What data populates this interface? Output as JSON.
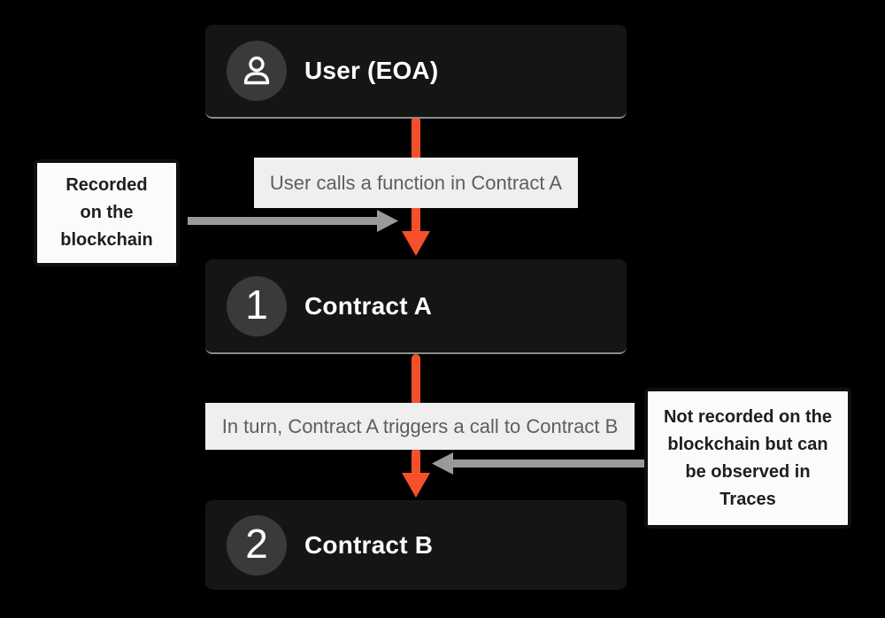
{
  "colors": {
    "background": "#000000",
    "accent": "#F5502B",
    "arrow_gray": "#9A9A9A",
    "node_bg": "#151515",
    "node_circle": "#3A3A3A",
    "node_text": "#FFFFFF",
    "edge_label_bg": "#EFEFEF",
    "edge_label_text": "#5B5F62",
    "note_bg": "#FBFBFB",
    "note_border": "#0F0F0F",
    "note_text": "#1E1E1E"
  },
  "nodes": [
    {
      "label": "User (EOA)",
      "icon": "user-icon"
    },
    {
      "label": "Contract A",
      "badge": "1"
    },
    {
      "label": "Contract B",
      "badge": "2"
    }
  ],
  "edge_labels": [
    {
      "text": "User calls a function in Contract A"
    },
    {
      "text": "In turn, Contract A triggers a call to Contract B"
    }
  ],
  "notes": [
    {
      "text": "Recorded\non the\nblockchain"
    },
    {
      "text": "Not recorded on the\nblockchain but can\nbe observed in\nTraces"
    }
  ]
}
